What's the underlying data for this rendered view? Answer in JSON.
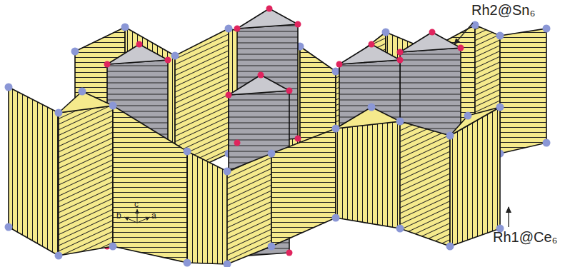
{
  "diagram": {
    "labels": [
      "Rh2@Sn₆",
      "Rh1@Ce₆",
      "b",
      "c",
      "a"
    ]
  }
}
